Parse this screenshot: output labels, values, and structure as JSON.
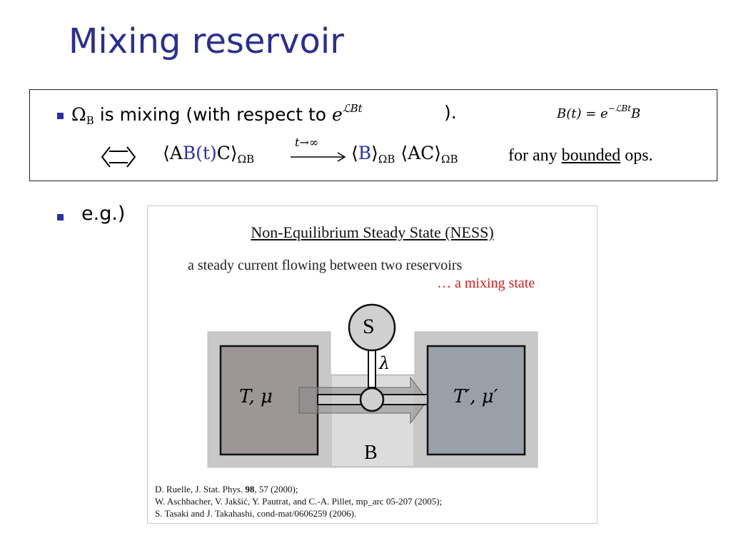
{
  "slide": {
    "title": "Mixing reservoir"
  },
  "definition": {
    "omega": "Ω",
    "omega_sub": "B",
    "is_mixing_text": "is mixing (with respect to",
    "exp_base": "e",
    "exp_sup": "ℒBt",
    "close_paren": ").",
    "bt_formula": "B(t) = e",
    "bt_sup": "−ℒBt",
    "bt_tail": "B",
    "corr_left_open": "⟨A",
    "corr_left_blue": "B(t)",
    "corr_left_close": "C⟩",
    "corr_sub": "ΩB",
    "limit_label": "t→∞",
    "corr_right_open": "⟨",
    "corr_right_blue": "B",
    "corr_right_mid": "⟩",
    "corr_right_ac": "⟨AC⟩",
    "for_any_prefix": "for any",
    "for_any_underlined": "bounded",
    "for_any_suffix": "ops."
  },
  "example": {
    "label": "e.g.)"
  },
  "figure": {
    "title": "Non-Equilibrium Steady State (NESS)",
    "subtitle": "a steady current flowing between two reservoirs",
    "mixing_note": "… a mixing state",
    "system_label": "S",
    "coupling_label": "λ",
    "left_reservoir_label": "T,  μ",
    "right_reservoir_label": "T′,  μ′",
    "bath_label": "B",
    "references": [
      {
        "pre": "D. Ruelle, J. Stat. Phys. ",
        "bold": "98",
        "post": ", 57 (2000);"
      },
      {
        "pre": "W. Aschbacher, V. Jakšić, Y. Pautrat, and C.-A. Pillet, mp_arc 05-207 (2005);",
        "bold": "",
        "post": ""
      },
      {
        "pre": "S. Tasaki and J. Takahashi, cond-mat/0606259 (2006).",
        "bold": "",
        "post": ""
      }
    ]
  },
  "colors": {
    "title": "#2b2f8f",
    "bullet": "#2b2fa8",
    "mixing_note": "#d91a1a"
  }
}
